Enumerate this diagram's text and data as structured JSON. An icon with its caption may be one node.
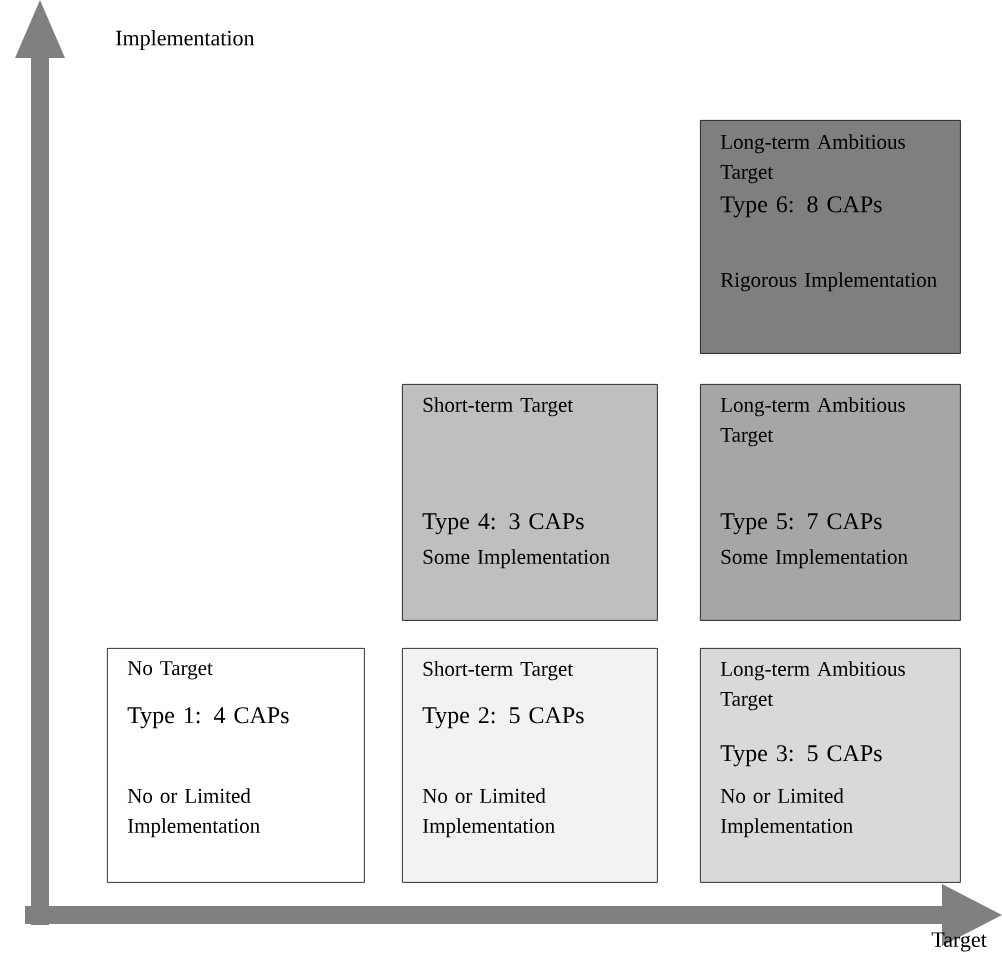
{
  "diagram": {
    "nodes": [
      {
        "text": [
          "Long-term Ambitious Target",
          "Type 6: 8 CAPs",
          "Rigorous Implementation"
        ]
      },
      {
        "text": [
          "Short-term Target",
          "Type 4: 3 CAPs",
          "Some Implementation"
        ]
      },
      {
        "text": [
          "Long-term Ambitious Target",
          "Type 5: 7 CAPs",
          "Some Implementation"
        ]
      },
      {
        "text": [
          "No Target",
          "Type 1: 4 CAPs",
          "No or Limited Implementation"
        ]
      },
      {
        "text": [
          "Short-term Target",
          "Type 2: 5 CAPs",
          "No or Limited Implementation"
        ]
      },
      {
        "text": [
          "Long-term Ambitious Target",
          "Type 3: 5 CAPs",
          "No or Limited Implementation"
        ]
      }
    ],
    "labels": [
      "Implementation",
      "Target"
    ]
  }
}
